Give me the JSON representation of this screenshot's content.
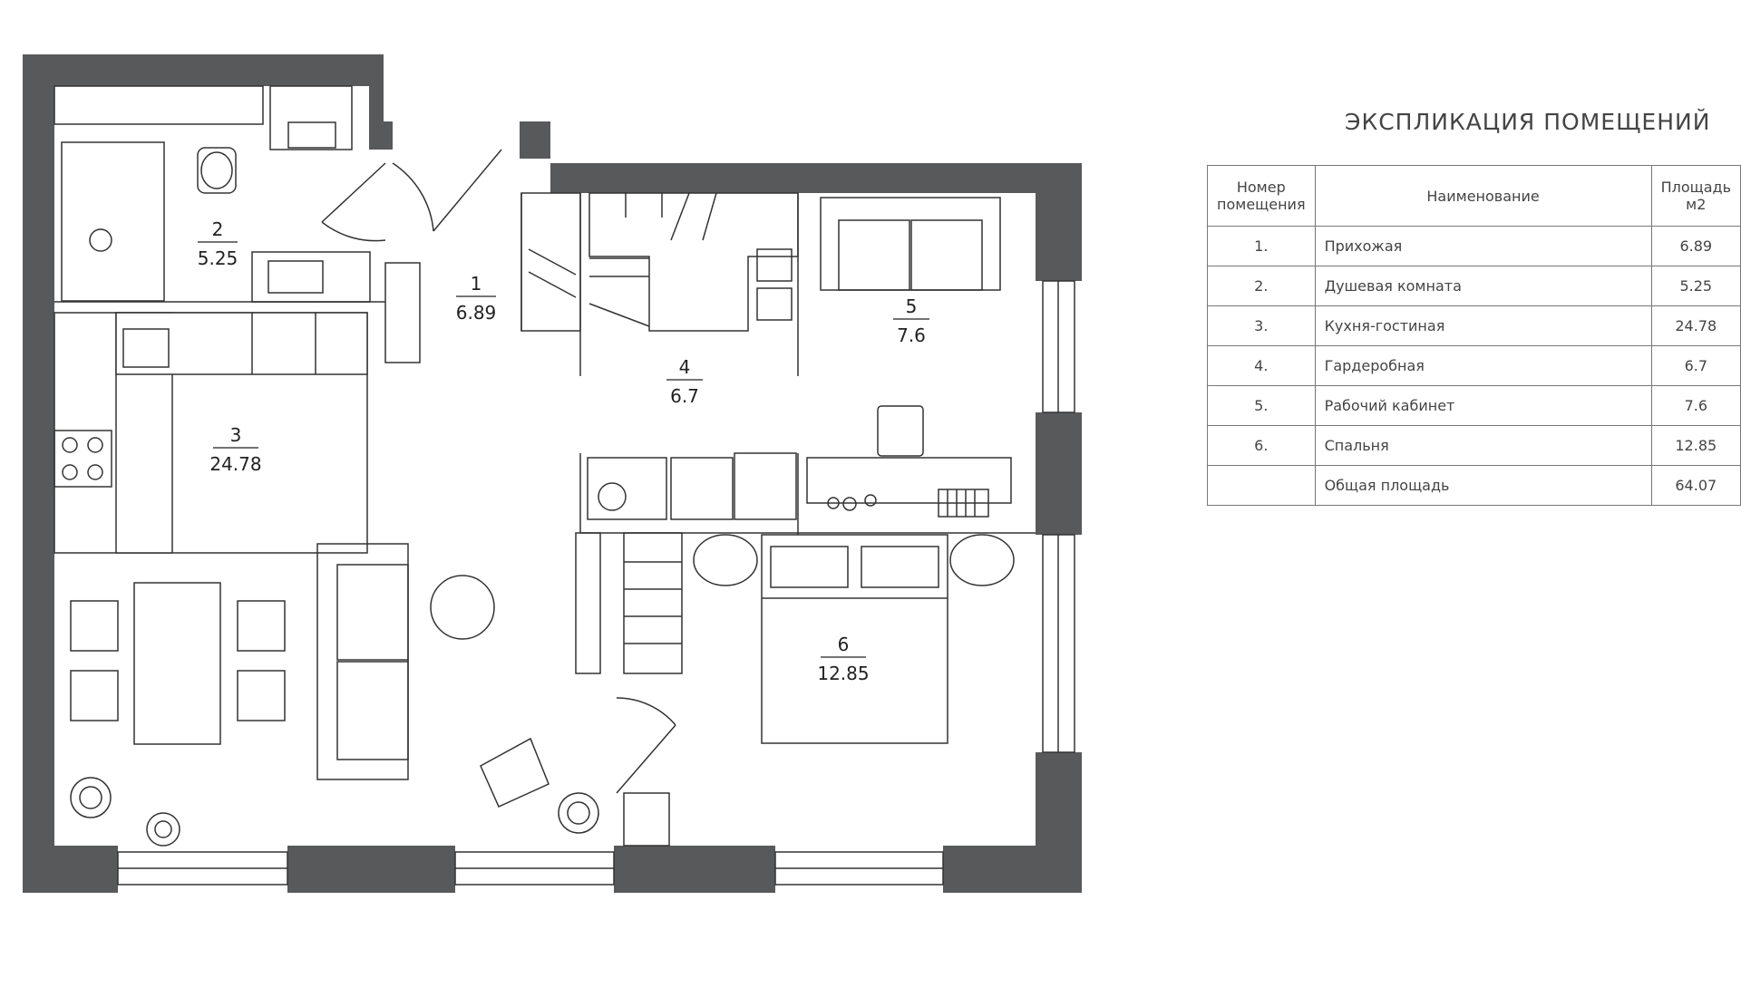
{
  "rooms": [
    {
      "number": "1",
      "area": "6.89"
    },
    {
      "number": "2",
      "area": "5.25"
    },
    {
      "number": "3",
      "area": "24.78"
    },
    {
      "number": "4",
      "area": "6.7"
    },
    {
      "number": "5",
      "area": "7.6"
    },
    {
      "number": "6",
      "area": "12.85"
    }
  ],
  "explication": {
    "title": "ЭКСПЛИКАЦИЯ ПОМЕЩЕНИЙ",
    "headers": {
      "number": "Номер помещения",
      "name": "Наименование",
      "area": "Площадь м2"
    },
    "rows": [
      {
        "number": "1.",
        "name": "Прихожая",
        "area": "6.89"
      },
      {
        "number": "2.",
        "name": "Душевая комната",
        "area": "5.25"
      },
      {
        "number": "3.",
        "name": "Кухня-гостиная",
        "area": "24.78"
      },
      {
        "number": "4.",
        "name": "Гардеробная",
        "area": "6.7"
      },
      {
        "number": "5.",
        "name": "Рабочий кабинет",
        "area": "7.6"
      },
      {
        "number": "6.",
        "name": "Спальня",
        "area": "12.85"
      }
    ],
    "total": {
      "name": "Общая площадь",
      "area": "64.07"
    }
  },
  "colors": {
    "wall": "#58595b",
    "line": "#333333",
    "background": "#ffffff"
  }
}
